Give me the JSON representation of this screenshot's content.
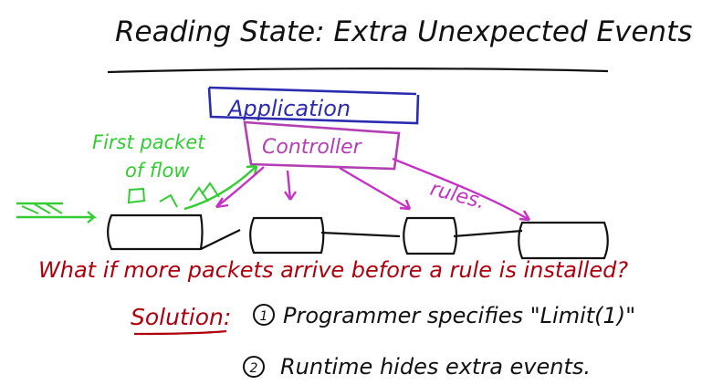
{
  "title": "Reading State: Extra Unexpected Events",
  "labels": {
    "application": "Application",
    "controller": "Controller",
    "first_packet": [
      "First packet",
      "of flow"
    ],
    "rules": "rules."
  },
  "question": "What if more packets arrive before a rule is installed?",
  "solution": {
    "label": "Solution:",
    "items": [
      {
        "number": "1",
        "text": "Programmer specifies \"Limit(1)\""
      },
      {
        "number": "2",
        "text": "Runtime hides extra events."
      }
    ]
  },
  "colors": {
    "ink": "#111111",
    "application": "#2b2bb0",
    "controller": "#b23fb3",
    "flow": "#33cc33",
    "question": "#b0000d",
    "rules": "#c433c4"
  }
}
